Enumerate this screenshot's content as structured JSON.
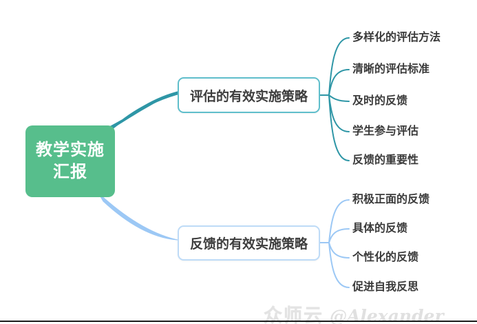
{
  "mindmap": {
    "root": {
      "label": "教学实施\n汇报"
    },
    "branches": [
      {
        "label": "评估的有效实施策略",
        "children": [
          "多样化的评估方法",
          "清晰的评估标准",
          "及时的反馈",
          "学生参与评估",
          "反馈的重要性"
        ]
      },
      {
        "label": "反馈的有效实施策略",
        "children": [
          "积极正面的反馈",
          "具体的反馈",
          "个性化的反馈",
          "促进自我反思"
        ]
      }
    ]
  },
  "watermark": {
    "brand": "众师云",
    "handle": "@Alexander"
  },
  "colors": {
    "root_fill": "#57BE8C",
    "root_text": "#FFFFFF",
    "branch1_line": "#2E96A6",
    "branch1_border": "#5FBECB",
    "branch2_line": "#9CC8F5",
    "branch2_border": "#BEDBF7",
    "node_text": "#3D3D3D",
    "leaf_text": "#3A3A3A",
    "watermark_text": "#E3E3E3",
    "bottom_line": "#1B1B1B"
  }
}
